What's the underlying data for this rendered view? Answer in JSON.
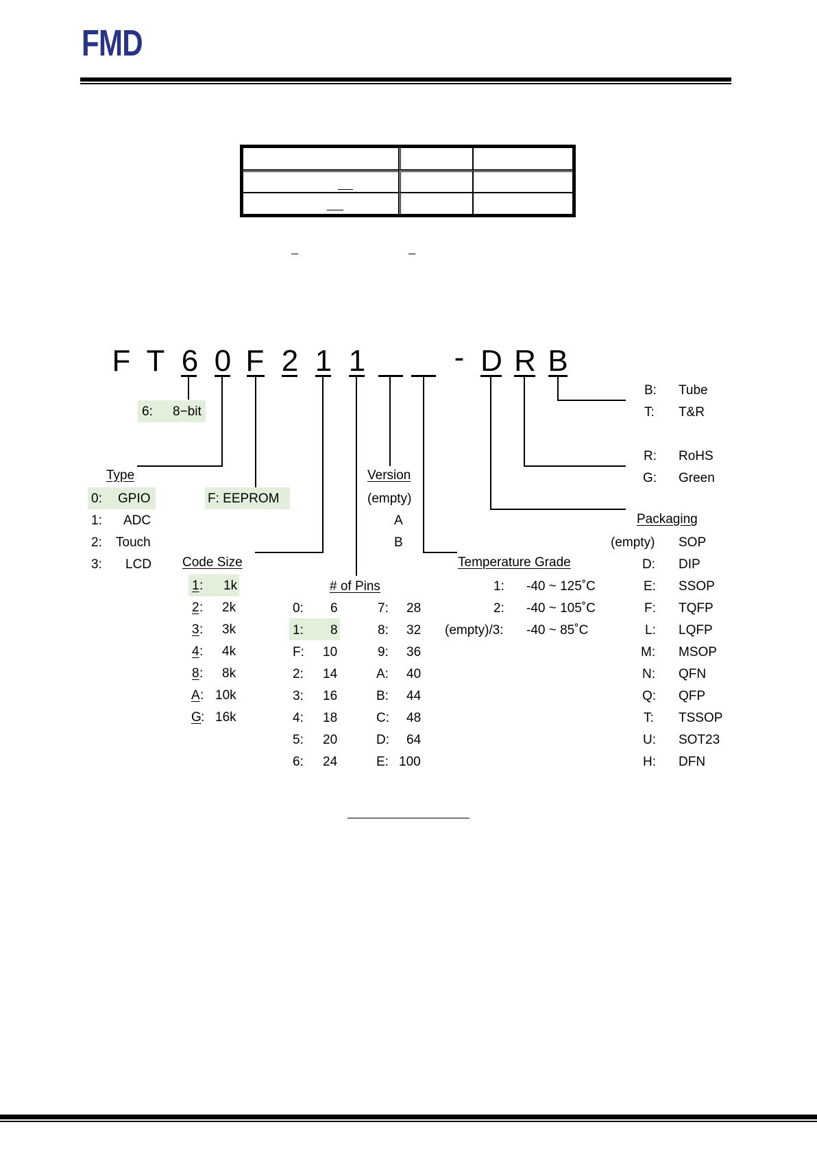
{
  "header": {
    "logo": "FMD"
  },
  "part_number": {
    "chars": [
      "F",
      "T",
      "6",
      "0",
      "F",
      "2",
      "1",
      "1",
      "_",
      "_",
      "-",
      "D",
      "R",
      "B"
    ]
  },
  "bits": {
    "label": "6:",
    "value": "8−bit"
  },
  "type": {
    "title": "Type",
    "items": [
      {
        "code": "0:",
        "value": "GPIO",
        "highlight": true
      },
      {
        "code": "1:",
        "value": "ADC"
      },
      {
        "code": "2:",
        "value": "Touch"
      },
      {
        "code": "3:",
        "value": "LCD"
      }
    ]
  },
  "memory": {
    "label": "F: EEPROM"
  },
  "code_size": {
    "title": "Code Size",
    "items": [
      {
        "code": "1",
        "value": "1k",
        "highlight": true
      },
      {
        "code": "2",
        "value": "2k"
      },
      {
        "code": "3",
        "value": "3k"
      },
      {
        "code": "4",
        "value": "4k"
      },
      {
        "code": "8",
        "value": "8k"
      },
      {
        "code": "A",
        "value": "10k"
      },
      {
        "code": "G",
        "value": "16k"
      }
    ]
  },
  "pins": {
    "title": "# of Pins",
    "col1": [
      {
        "code": "0:",
        "value": "6"
      },
      {
        "code": "1:",
        "value": "8",
        "highlight": true
      },
      {
        "code": "F:",
        "value": "10"
      },
      {
        "code": "2:",
        "value": "14"
      },
      {
        "code": "3:",
        "value": "16"
      },
      {
        "code": "4:",
        "value": "18"
      },
      {
        "code": "5:",
        "value": "20"
      },
      {
        "code": "6:",
        "value": "24"
      }
    ],
    "col2": [
      {
        "code": "7:",
        "value": "28"
      },
      {
        "code": "8:",
        "value": "32"
      },
      {
        "code": "9:",
        "value": "36"
      },
      {
        "code": "A:",
        "value": "40"
      },
      {
        "code": "B:",
        "value": "44"
      },
      {
        "code": "C:",
        "value": "48"
      },
      {
        "code": "D:",
        "value": "64"
      },
      {
        "code": "E:",
        "value": "100"
      }
    ]
  },
  "version": {
    "title": "Version",
    "items": [
      "(empty)",
      "A",
      "B"
    ]
  },
  "temperature": {
    "title": "Temperature Grade",
    "items": [
      {
        "code": "1:",
        "value": "-40 ~ 125˚C"
      },
      {
        "code": "2:",
        "value": "-40 ~ 105˚C"
      },
      {
        "code": "(empty)/3:",
        "value": "-40 ~ 85˚C"
      }
    ]
  },
  "shipping": {
    "items": [
      {
        "code": "B:",
        "value": "Tube"
      },
      {
        "code": "T:",
        "value": "T&R"
      }
    ]
  },
  "material": {
    "items": [
      {
        "code": "R:",
        "value": "RoHS"
      },
      {
        "code": "G:",
        "value": "Green"
      }
    ]
  },
  "packaging": {
    "title": "Packaging",
    "items": [
      {
        "code": "(empty)",
        "value": "SOP"
      },
      {
        "code": "D:",
        "value": "DIP"
      },
      {
        "code": "E:",
        "value": "SSOP"
      },
      {
        "code": "F:",
        "value": "TQFP"
      },
      {
        "code": "L:",
        "value": "LQFP"
      },
      {
        "code": "M:",
        "value": "MSOP"
      },
      {
        "code": "N:",
        "value": "QFN"
      },
      {
        "code": "Q:",
        "value": "QFP"
      },
      {
        "code": "T:",
        "value": "TSSOP"
      },
      {
        "code": "U:",
        "value": "SOT23"
      },
      {
        "code": "H:",
        "value": "DFN"
      }
    ]
  }
}
